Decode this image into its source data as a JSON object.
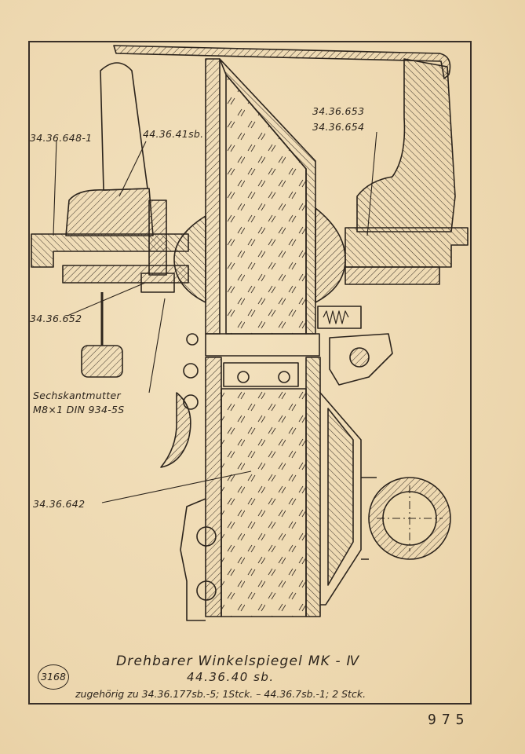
{
  "labels": {
    "top_left": "34.36.648-1",
    "top_center": "44.36.41sb.",
    "top_right_1": "34.36.653",
    "top_right_2": "34.36.654",
    "left_mid": "34.36.652",
    "nut_1": "Sechskantmutter",
    "nut_2": "M8×1 DIN 934-5S",
    "lower_left": "34.36.642"
  },
  "caption": {
    "title": "Drehbarer Winkelspiegel MK - Ⅳ",
    "part_number": "44.36.40 sb.",
    "note": "zugehörig zu 34.36.177sb.-5; 1Stck. – 44.36.7sb.-1; 2 Stck.",
    "figure_number": "3168"
  },
  "page_number": "975"
}
